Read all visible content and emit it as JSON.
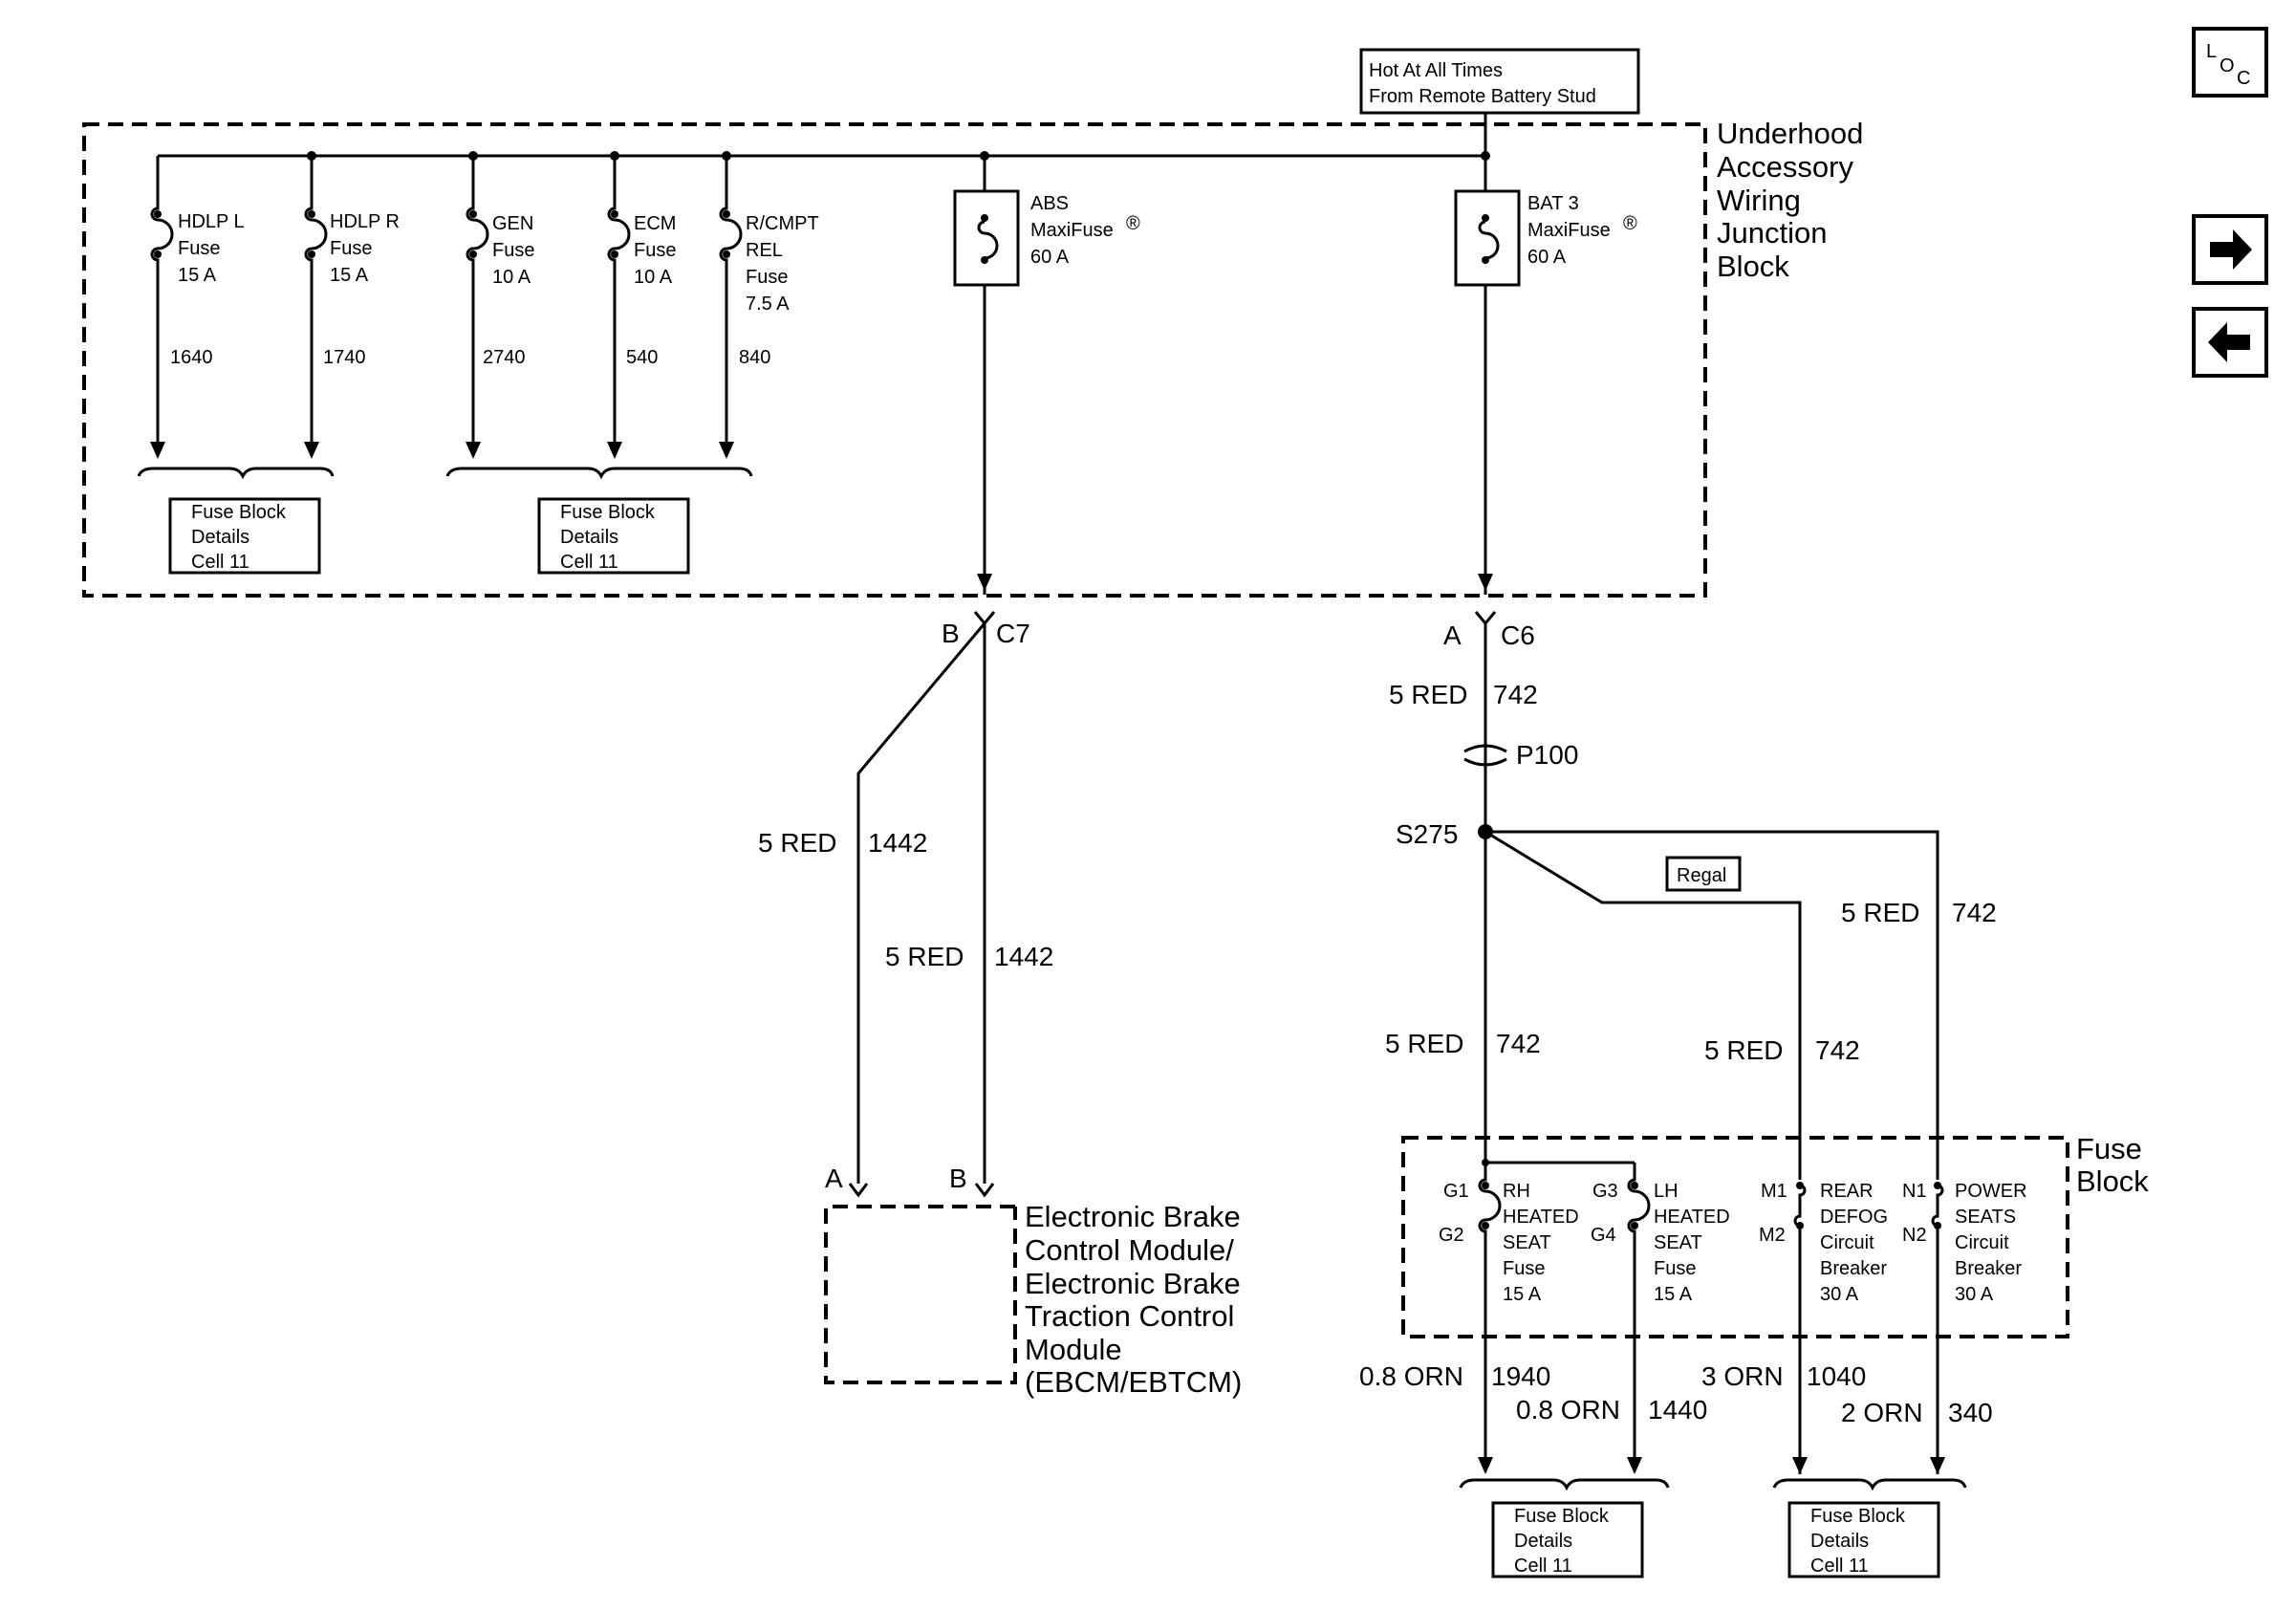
{
  "source_label": {
    "line1": "Hot At All Times",
    "line2": "From Remote Battery Stud"
  },
  "junction_block": {
    "line1": "Underhood",
    "line2": "Accessory",
    "line3": "Wiring",
    "line4": "Junction",
    "line5": "Block"
  },
  "fuses": [
    {
      "name": "HDLP L",
      "type": "Fuse",
      "rating": "15 A",
      "circuit": "1640"
    },
    {
      "name": "HDLP R",
      "type": "Fuse",
      "rating": "15 A",
      "circuit": "1740"
    },
    {
      "name": "GEN",
      "type": "Fuse",
      "rating": "10 A",
      "circuit": "2740"
    },
    {
      "name": "ECM",
      "type": "Fuse",
      "rating": "10 A",
      "circuit": "540"
    },
    {
      "name": "R/CMPT",
      "name2": "REL",
      "type": "Fuse",
      "rating": "7.5 A",
      "circuit": "840"
    }
  ],
  "maxifuses": [
    {
      "name": "ABS",
      "type": "MaxiFuse",
      "reg": "®",
      "rating": "60 A"
    },
    {
      "name": "BAT 3",
      "type": "MaxiFuse",
      "reg": "®",
      "rating": "60 A"
    }
  ],
  "ref_box": {
    "line1": "Fuse Block",
    "line2": "Details",
    "line3": "Cell 11"
  },
  "connectors": {
    "c7_pin": "B",
    "c7": "C7",
    "c6_pin": "A",
    "c6": "C6",
    "p100": "P100",
    "s275": "S275",
    "regal": "Regal",
    "ebcm_pin_a": "A",
    "ebcm_pin_b": "B"
  },
  "wires": {
    "c6_out": {
      "gauge": "5 RED",
      "circuit": "742"
    },
    "ebcm_a": {
      "gauge": "5 RED",
      "circuit": "1442"
    },
    "ebcm_b": {
      "gauge": "5 RED",
      "circuit": "1442"
    },
    "to_g1": {
      "gauge": "5 RED",
      "circuit": "742"
    },
    "to_m1": {
      "gauge": "5 RED",
      "circuit": "742"
    },
    "to_n1": {
      "gauge": "5 RED",
      "circuit": "742"
    },
    "out_g2": {
      "gauge": "0.8 ORN",
      "circuit": "1940"
    },
    "out_g4": {
      "gauge": "0.8 ORN",
      "circuit": "1440"
    },
    "out_m2": {
      "gauge": "3 ORN",
      "circuit": "1040"
    },
    "out_n2": {
      "gauge": "2 ORN",
      "circuit": "340"
    }
  },
  "ebcm": {
    "line1": "Electronic Brake",
    "line2": "Control Module/",
    "line3": "Electronic Brake",
    "line4": "Traction Control",
    "line5": "Module",
    "line6": "(EBCM/EBTCM)"
  },
  "fuse_block": {
    "title1": "Fuse",
    "title2": "Block",
    "items": [
      {
        "pin_in": "G1",
        "pin_out": "G2",
        "line1": "RH",
        "line2": "HEATED",
        "line3": "SEAT",
        "line4": "Fuse",
        "line5": "15 A"
      },
      {
        "pin_in": "G3",
        "pin_out": "G4",
        "line1": "LH",
        "line2": "HEATED",
        "line3": "SEAT",
        "line4": "Fuse",
        "line5": "15 A"
      },
      {
        "pin_in": "M1",
        "pin_out": "M2",
        "line1": "REAR",
        "line2": "DEFOG",
        "line3": "Circuit",
        "line4": "Breaker",
        "line5": "30 A"
      },
      {
        "pin_in": "N1",
        "pin_out": "N2",
        "line1": "POWER",
        "line2": "SEATS",
        "line3": "Circuit",
        "line4": "Breaker",
        "line5": "30 A"
      }
    ]
  },
  "nav": {
    "loc_l": "L",
    "loc_o": "O",
    "loc_c": "C",
    "next_icon": "arrow-right-icon",
    "prev_icon": "arrow-left-icon"
  }
}
